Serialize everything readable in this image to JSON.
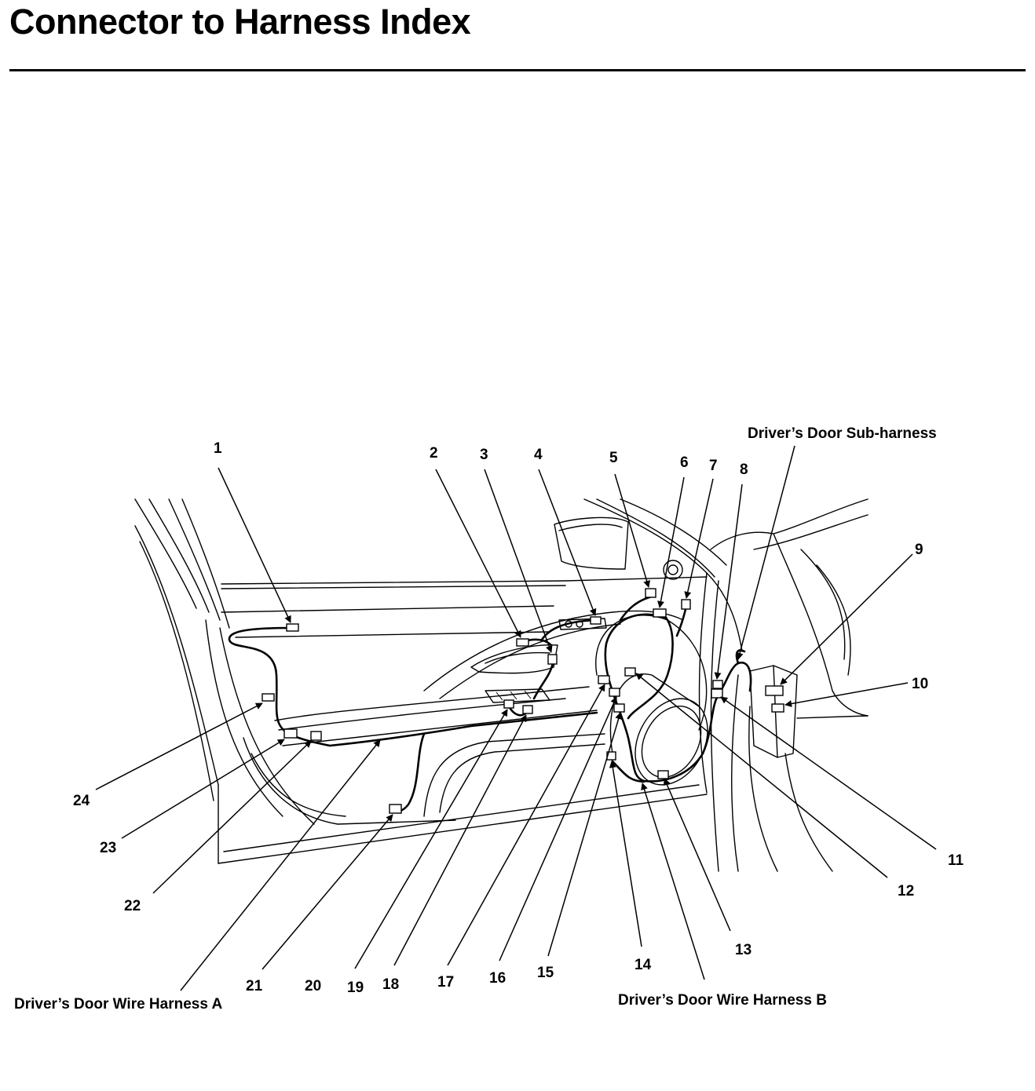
{
  "page": {
    "title": "Connector to Harness Index"
  },
  "diagram": {
    "harness_labels": {
      "sub_harness": "Driver’s Door Sub-harness",
      "harness_a": "Driver’s Door Wire Harness A",
      "harness_b": "Driver’s Door Wire Harness B"
    },
    "callouts": [
      "1",
      "2",
      "3",
      "4",
      "5",
      "6",
      "7",
      "8",
      "9",
      "10",
      "11",
      "12",
      "13",
      "14",
      "15",
      "16",
      "17",
      "18",
      "19",
      "20",
      "21",
      "22",
      "23",
      "24"
    ]
  }
}
